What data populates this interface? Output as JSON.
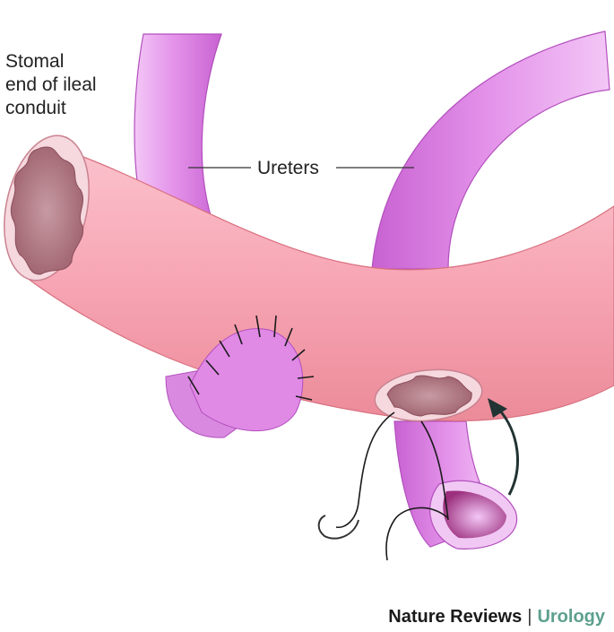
{
  "labels": {
    "stomal": [
      "Stomal",
      "end of ileal",
      "conduit"
    ],
    "ureters": "Ureters"
  },
  "credit": {
    "publisher": "Nature Reviews",
    "separator": "|",
    "journal": "Urology"
  },
  "colors": {
    "ureter": "#e493ea",
    "ureter_dark": "#c862d2",
    "ileum": "#f7a5b4",
    "ileum_dark": "#e9828f",
    "lumen": "#a96c78",
    "suture": "#1a1a1a",
    "journal_accent": "#5da08e"
  }
}
